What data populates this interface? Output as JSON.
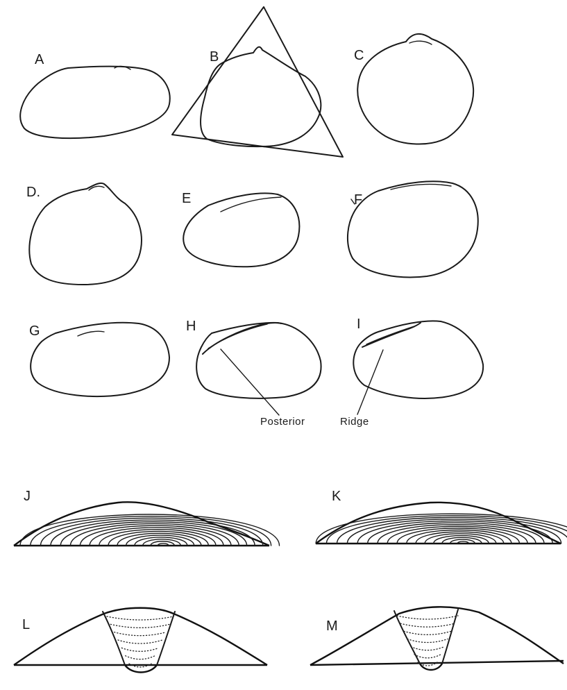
{
  "panels": {
    "A": "A",
    "B": "B",
    "C": "C",
    "D": "D.",
    "E": "E",
    "F": "F",
    "G": "G",
    "H": "H",
    "I": "I",
    "J": "J",
    "K": "K",
    "L": "L",
    "M": "M"
  },
  "annotations": {
    "posterior": "Posterior",
    "ridge": "Ridge"
  }
}
